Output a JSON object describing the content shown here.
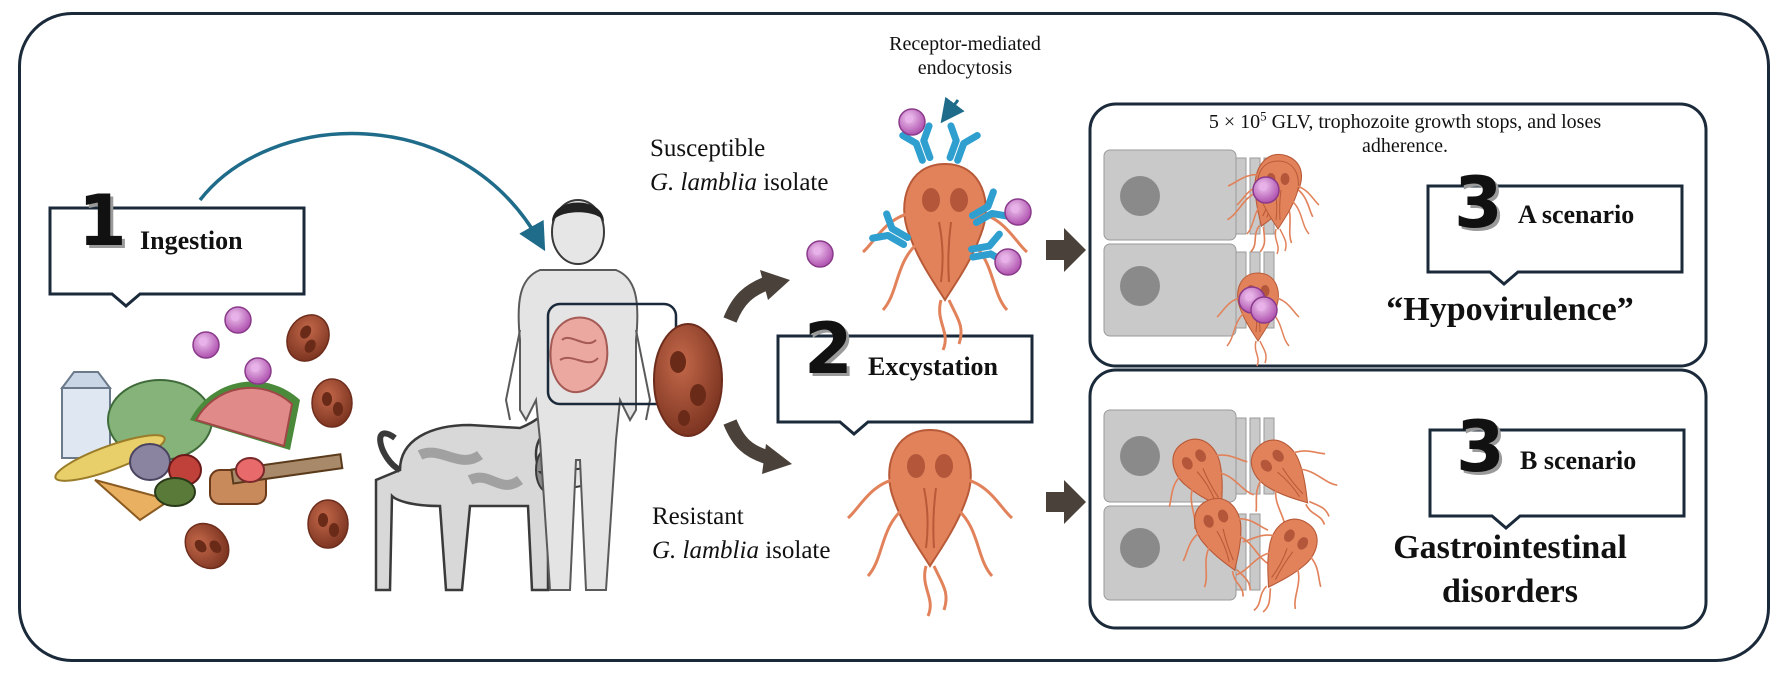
{
  "diagram": {
    "steps": [
      {
        "number": "1",
        "label": "Ingestion"
      },
      {
        "number": "2",
        "label": "Excystation"
      },
      {
        "number": "3",
        "label": "A scenario"
      },
      {
        "number": "3",
        "label": "B scenario"
      }
    ],
    "susceptible": {
      "line1": "Susceptible",
      "species": "G. lamblia",
      "suffix": "isolate"
    },
    "resistant": {
      "line1": "Resistant",
      "species": "G. lamblia",
      "suffix": "isolate"
    },
    "endocytosis": {
      "line1": "Receptor-mediated",
      "line2": "endocytosis"
    },
    "scenario_a": {
      "note_prefix": "5 × 10",
      "note_exp": "5",
      "note_rest": " GLV, trophozoite growth stops, and loses",
      "note_line2": "adherence.",
      "outcome": "“Hypovirulence”"
    },
    "scenario_b": {
      "outcome_line1": "Gastrointestinal",
      "outcome_line2": "disorders"
    }
  },
  "colors": {
    "frame": "#1b2a3a",
    "cyst": "#a8533a",
    "trophozoite": "#e2825b",
    "virus": "#c873c8",
    "receptor": "#2f9fd0",
    "arrow_blue": "#1f6b8a",
    "arrow_dark": "#4a413a",
    "cell_gray": "#c9c9c9"
  }
}
